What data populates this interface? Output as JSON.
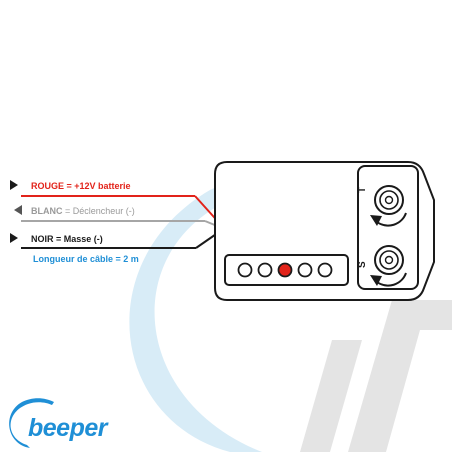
{
  "colors": {
    "red_wire": "#e2231a",
    "white_wire": "#a6a6a6",
    "black_wire": "#1a1a1a",
    "accent_blue": "#1f8fd6",
    "watermark_blue": "#d8ecf7",
    "watermark_gray": "#e4e4e4",
    "led_active": "#e2231a"
  },
  "wires": [
    {
      "key": "ROUGE",
      "desc": " = +12V batterie",
      "color": "#e2231a",
      "arrow": "out"
    },
    {
      "key": "BLANC",
      "desc": " = Déclencheur (-)",
      "color": "#a6a6a6",
      "arrow": "in"
    },
    {
      "key": "NOIR",
      "desc": " = Masse (-)",
      "color": "#1a1a1a",
      "arrow": "out"
    }
  ],
  "cable_length": "Longueur de câble = 2 m",
  "module": {
    "potentiometers": [
      {
        "label": "T",
        "icon": "rotate-adjust-icon"
      },
      {
        "label": "S",
        "icon": "rotate-adjust-icon"
      }
    ],
    "leds": {
      "count": 5,
      "active_index": 2
    }
  },
  "brand": "beeper"
}
